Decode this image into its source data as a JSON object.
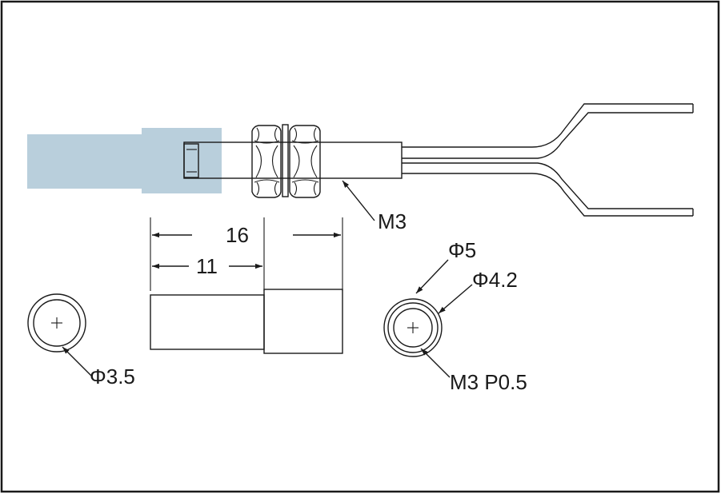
{
  "dimensions": {
    "overall_length": "16",
    "section_length": "11"
  },
  "callouts": {
    "body_thread": "M3",
    "outer_diameter": "Φ5",
    "middle_diameter": "Φ4.2",
    "end_thread": "M3 P0.5",
    "left_end_diameter": "Φ3.5"
  },
  "colors": {
    "line": "#1a1a1a",
    "highlight": "#b9cfdc",
    "background": "#ffffff"
  }
}
